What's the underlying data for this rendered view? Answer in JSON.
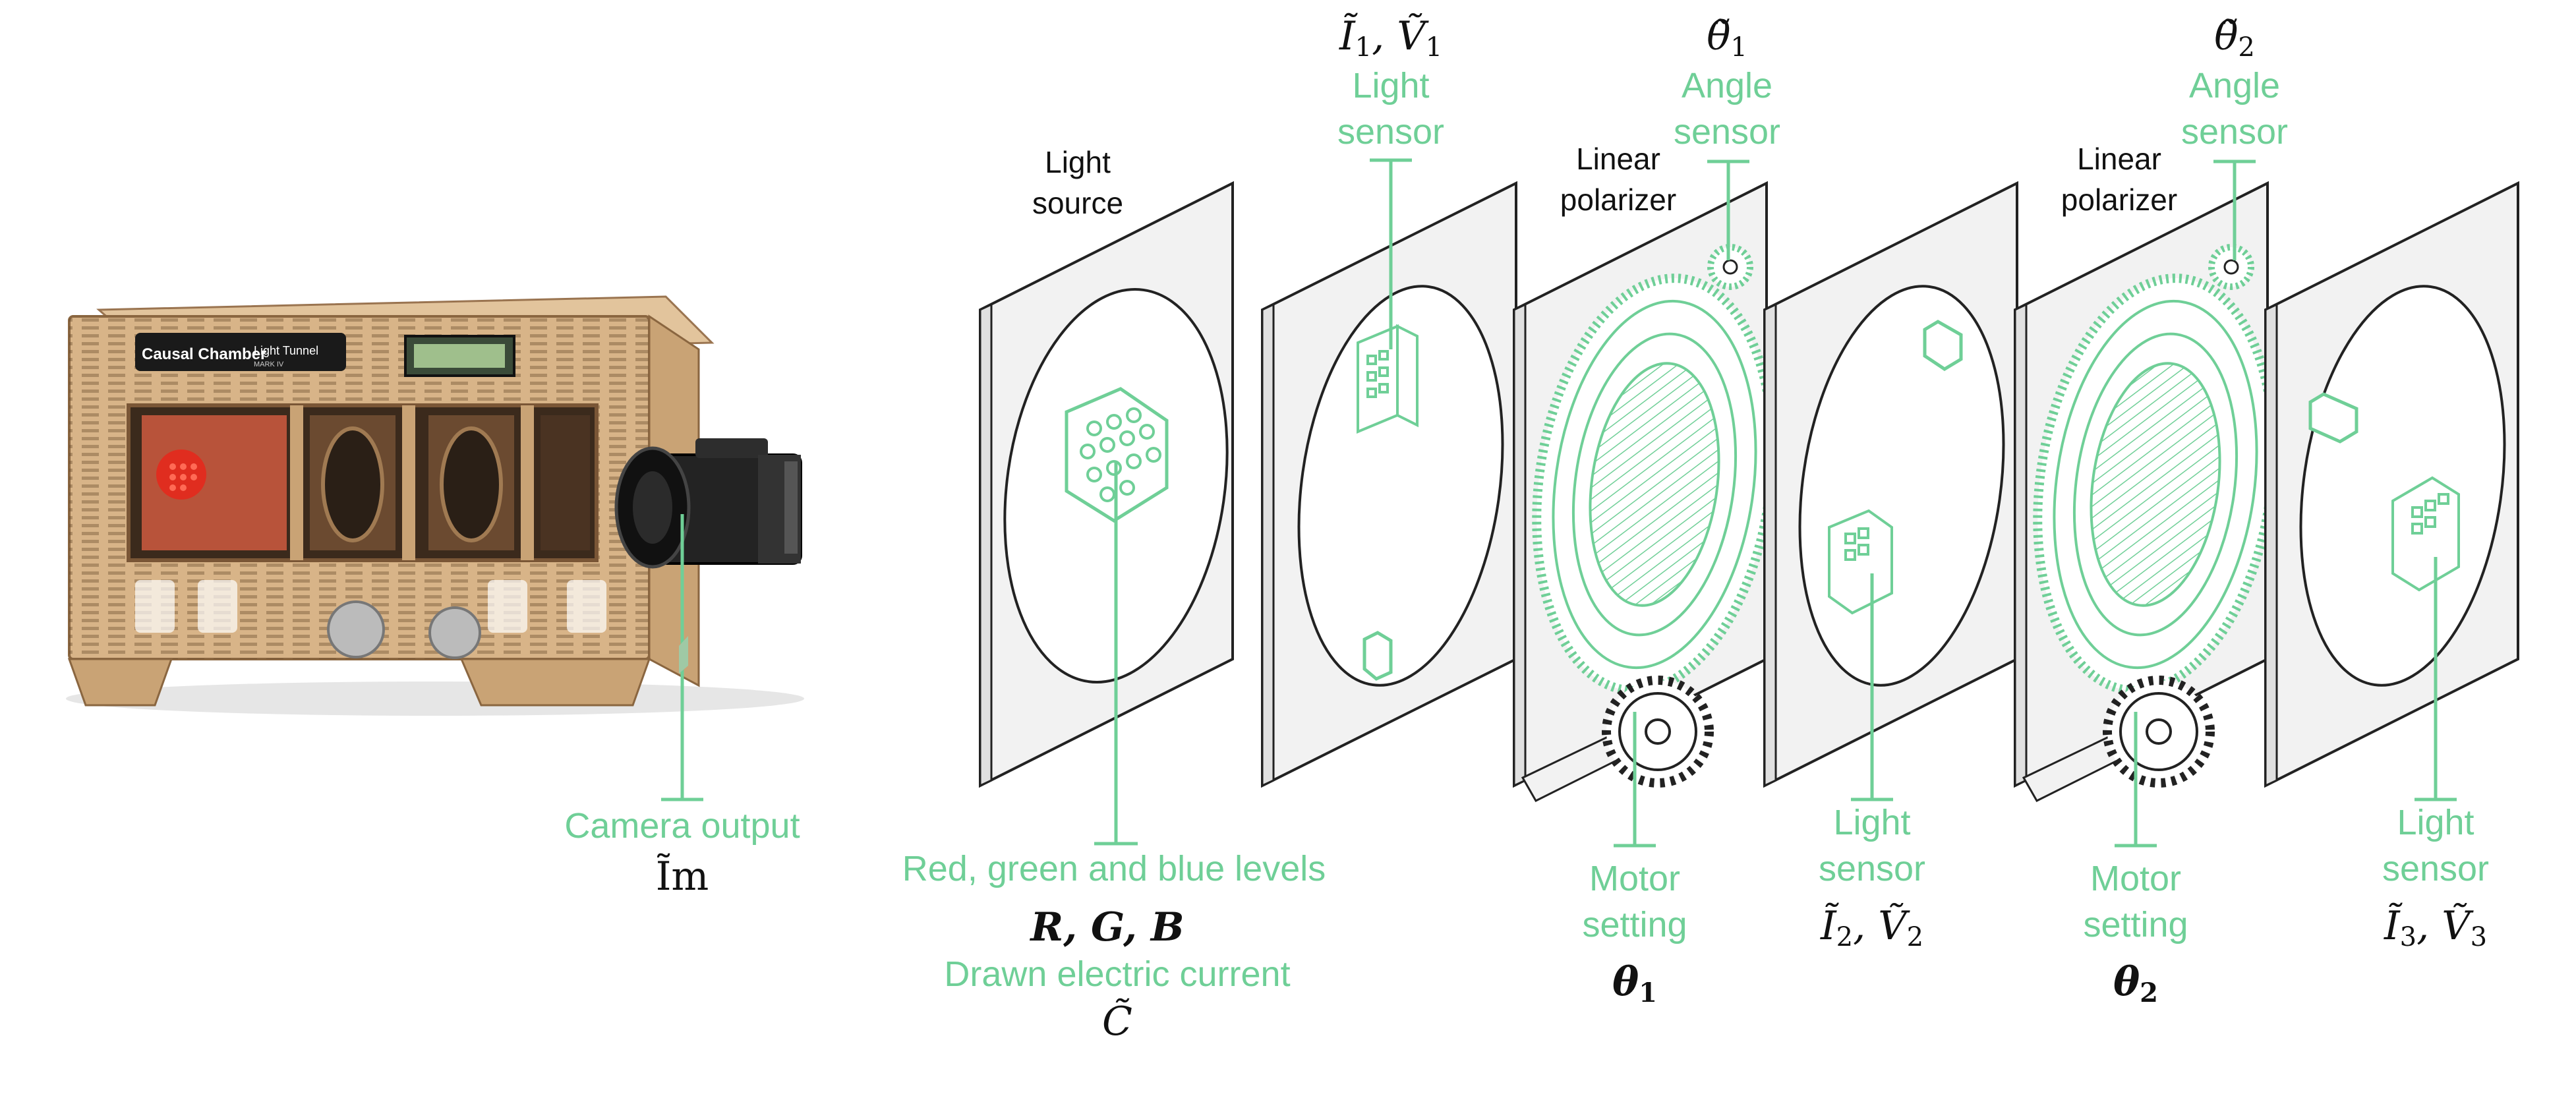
{
  "device": {
    "brand_label": "Causal Chamber",
    "model_label": "Light Tunnel",
    "model_sub": "MARK IV"
  },
  "labels": {
    "camera_output": "Camera output",
    "camera_symbol": "Ĩm",
    "rgb_levels": "Red, green and blue levels",
    "rgb_symbol": "R, G, B",
    "drawn_current": "Drawn electric current",
    "current_symbol": "C̃",
    "light_source": "Light source",
    "light_sensor_1": "Light sensor",
    "sensor1_symbol_I": "Ĩ",
    "sensor1_symbol_V": "Ṽ",
    "sensor1_index": "1",
    "linear_polarizer_1": "Linear polarizer",
    "angle_sensor_1": "Angle sensor",
    "angle1_symbol": "θ̃",
    "angle1_index": "1",
    "motor_setting_1": "Motor setting",
    "motor1_symbol": "θ",
    "motor1_index": "1",
    "light_sensor_2": "Light sensor",
    "sensor2_index": "2",
    "linear_polarizer_2": "Linear polarizer",
    "angle_sensor_2": "Angle sensor",
    "angle2_symbol": "θ̃",
    "angle2_index": "2",
    "motor_setting_2": "Motor setting",
    "motor2_symbol": "θ",
    "motor2_index": "2",
    "light_sensor_3": "Light sensor",
    "sensor3_index": "3"
  },
  "colors": {
    "accent": "#6fcf97",
    "panel_fill": "#f2f2f2",
    "panel_stroke": "#222222",
    "wood": "#d8b488",
    "camera_body": "#222222"
  }
}
